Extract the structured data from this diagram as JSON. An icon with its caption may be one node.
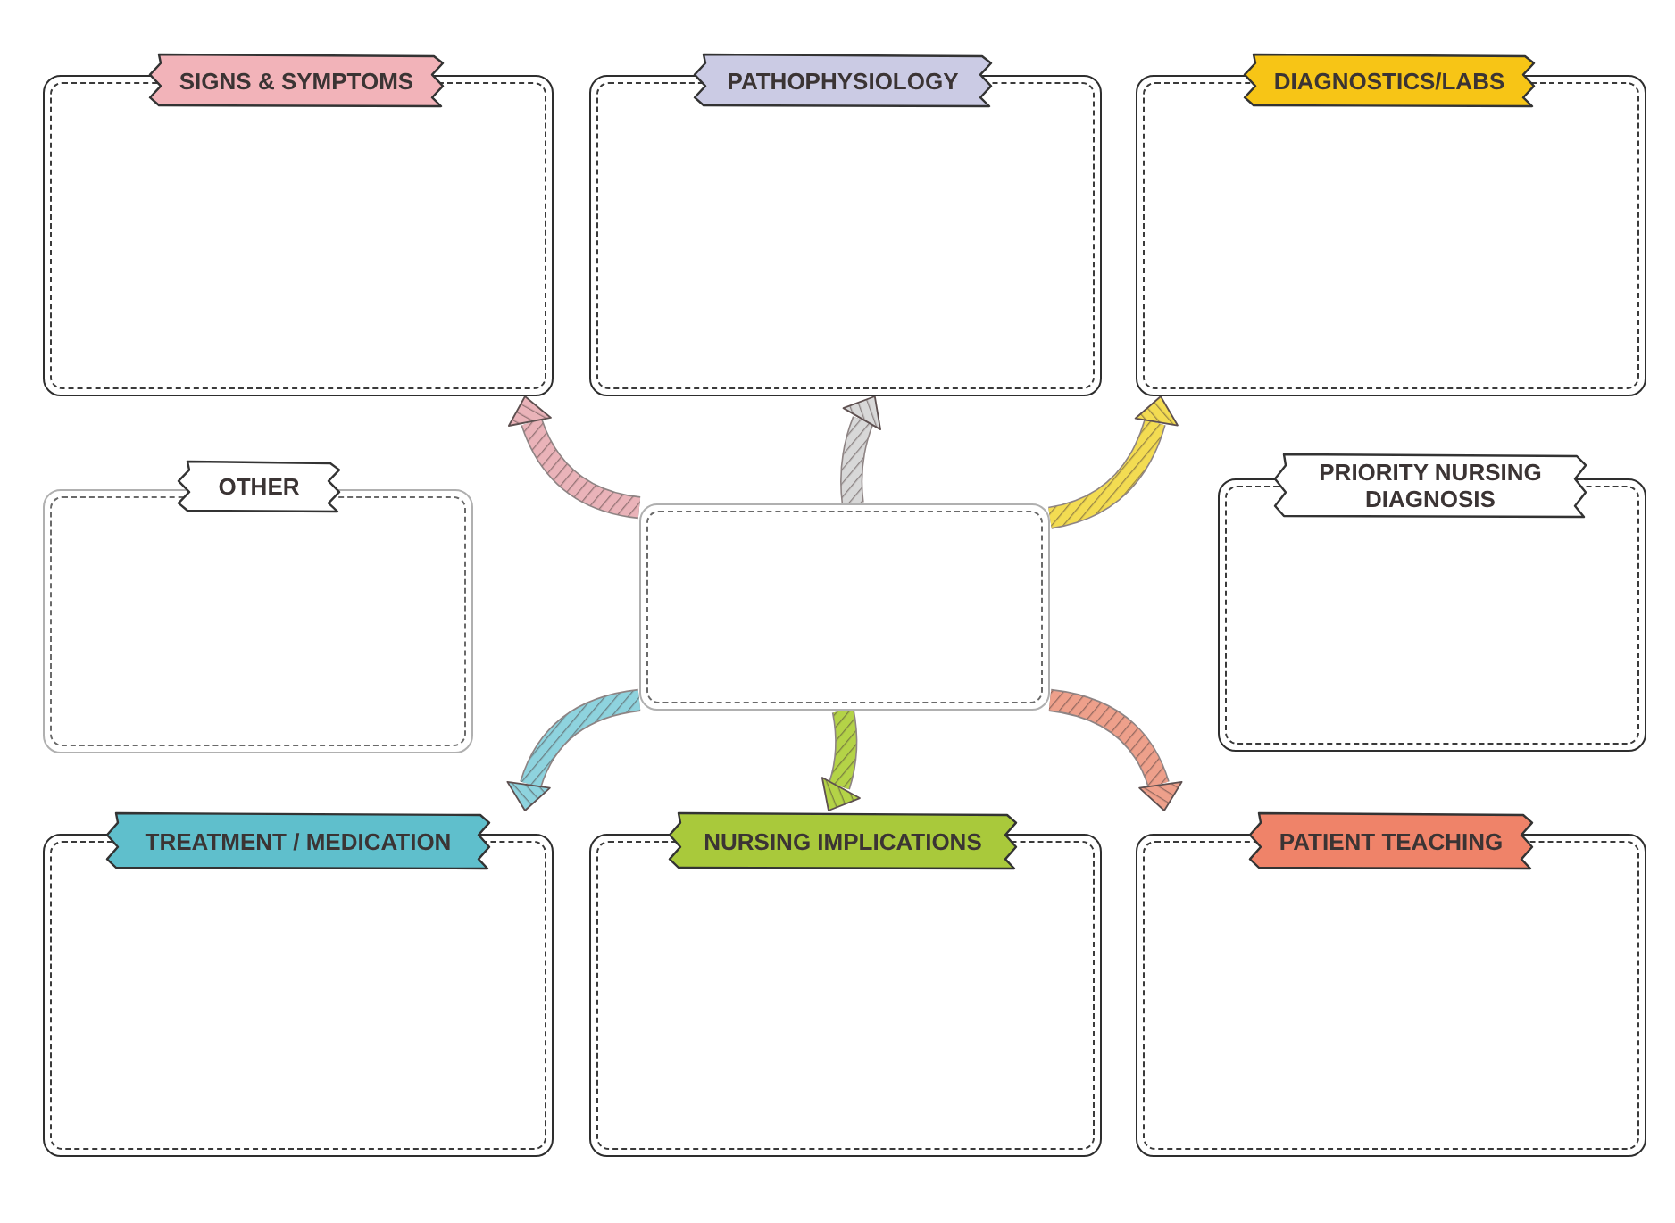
{
  "diagram": {
    "nodes": [
      {
        "text": [
          "SIGNS & SYMPTOMS"
        ]
      },
      {
        "text": [
          "PATHOPHYSIOLOGY"
        ]
      },
      {
        "text": [
          "DIAGNOSTICS/LABS"
        ]
      },
      {
        "text": [
          "OTHER"
        ]
      },
      {
        "text": [],
        "shape": "box"
      },
      {
        "text": [
          "PRIORITY NURSING DIAGNOSIS"
        ]
      },
      {
        "text": [
          "TREATMENT / MEDICATION"
        ]
      },
      {
        "text": [
          "NURSING IMPLICATIONS"
        ]
      },
      {
        "text": [
          "PATIENT TEACHING"
        ]
      }
    ],
    "edges": [
      {
        "from": 4,
        "to": 0,
        "arrow": "to",
        "color": "#eab3b9"
      },
      {
        "from": 4,
        "to": 1,
        "arrow": "to",
        "color": "#d8d8d8"
      },
      {
        "from": 4,
        "to": 2,
        "arrow": "to",
        "color": "#f3dc52"
      },
      {
        "from": 4,
        "to": 6,
        "arrow": "to",
        "color": "#8ed3de"
      },
      {
        "from": 4,
        "to": 7,
        "arrow": "to",
        "color": "#b4d347"
      },
      {
        "from": 4,
        "to": 8,
        "arrow": "to",
        "color": "#eea08b"
      }
    ]
  }
}
